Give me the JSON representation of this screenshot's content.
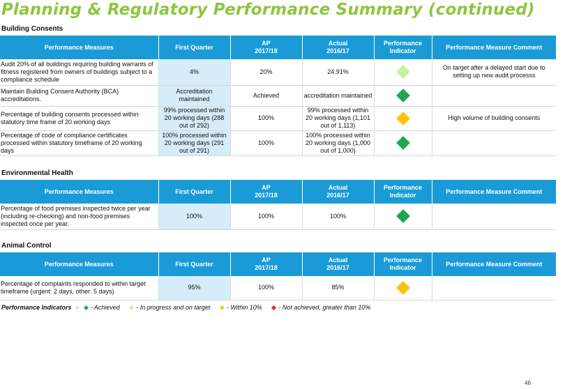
{
  "title": "Planning & Regulatory Performance Summary (continued)",
  "headers": {
    "measures": "Performance Measures",
    "first_quarter": "First Quarter",
    "ap_line1": "AP",
    "ap_line2": "2017/18",
    "actual_line1": "Actual",
    "actual_line2": "2016/17",
    "indicator_line1": "Performance",
    "indicator_line2": "Indicator",
    "comment": "Performance Measure Comment"
  },
  "sections": [
    {
      "title": "Building Consents",
      "rows": [
        {
          "measure": "Audit 20% of all buildings requiring building warrants of fitness registered from owners of buildings subject to a compliance schedule",
          "first_quarter": "4%",
          "ap": "20%",
          "actual": "24.91%",
          "indicator": "in-progress",
          "comment": "On target after a delayed start due to setting up new audit processs"
        },
        {
          "measure": "Maintain Building Consent Authority (BCA) accreditations.",
          "first_quarter": "Accreditation maintained",
          "ap": "Achieved",
          "actual": "accreditation maintained",
          "indicator": "achieved",
          "comment": ""
        },
        {
          "measure": "Percentage of building consents processed within statutory time frame of 20 working days",
          "first_quarter": "99% processed within 20 working days (288 out of 292)",
          "ap": "100%",
          "actual": "99% processed within 20 working days (1,101 out of 1,113)",
          "indicator": "within-10",
          "comment": "High volume of building consents"
        },
        {
          "measure": "Percentage of code of compliance certificates processed within statutory timeframe of 20 working days",
          "first_quarter": "100% processed within 20 working days (291 out of 291)",
          "ap": "100%",
          "actual": "100% processed within 20 working days (1,000 out of 1,000)",
          "indicator": "achieved",
          "comment": ""
        }
      ]
    },
    {
      "title": "Environmental Health",
      "rows": [
        {
          "measure": "Percentage of food premises inspected twice per year (including re-checking) and non-food premises inspected once per year.",
          "first_quarter": "100%",
          "ap": "100%",
          "actual": "100%",
          "indicator": "achieved",
          "comment": ""
        }
      ]
    },
    {
      "title": "Animal Control",
      "rows": [
        {
          "measure": "Percentage of complaints responded to within target timeframe (urgent: 2 days, other: 5 days)",
          "first_quarter": "95%",
          "ap": "100%",
          "actual": "85%",
          "indicator": "within-10",
          "comment": ""
        }
      ]
    }
  ],
  "legend": {
    "title": "Performance Indicators",
    "dash": "-",
    "achieved": "- Achieved",
    "in_progress": "- In progress and on target",
    "within": "- Within 10%",
    "not_achieved": "- Not achieved, greater than 10%"
  },
  "indicator_colors": {
    "achieved": "#1fa84f",
    "in-progress": "#c6f2a0",
    "within-10": "#fdc20f",
    "not-achieved": "#e0232b"
  },
  "page_number": "46"
}
